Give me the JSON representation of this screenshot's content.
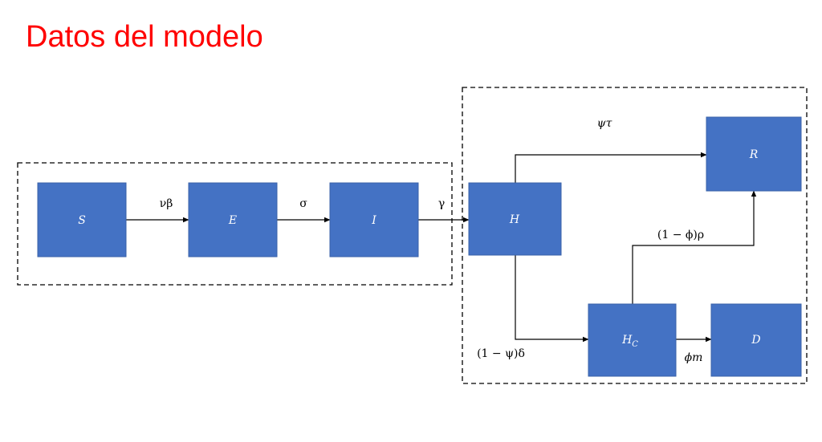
{
  "title": "Datos del modelo",
  "colors": {
    "title": "#ff0000",
    "node_fill": "#4472c4",
    "node_text": "#ffffff",
    "line": "#000000"
  },
  "nodes": {
    "S": {
      "label": "S"
    },
    "E": {
      "label": "E"
    },
    "I": {
      "label": "I"
    },
    "H": {
      "label": "H"
    },
    "R": {
      "label": "R"
    },
    "Hc": {
      "label": "H",
      "subscript": "C"
    },
    "D": {
      "label": "D"
    }
  },
  "edges": {
    "S_E": {
      "label": "νβ"
    },
    "E_I": {
      "label": "σ"
    },
    "I_H": {
      "label": "γ"
    },
    "H_R": {
      "label": "ψτ"
    },
    "H_Hc": {
      "label": "(1 − ψ)δ"
    },
    "Hc_R": {
      "label": "(1 − ϕ)ρ"
    },
    "Hc_D": {
      "label": "ϕm"
    }
  }
}
